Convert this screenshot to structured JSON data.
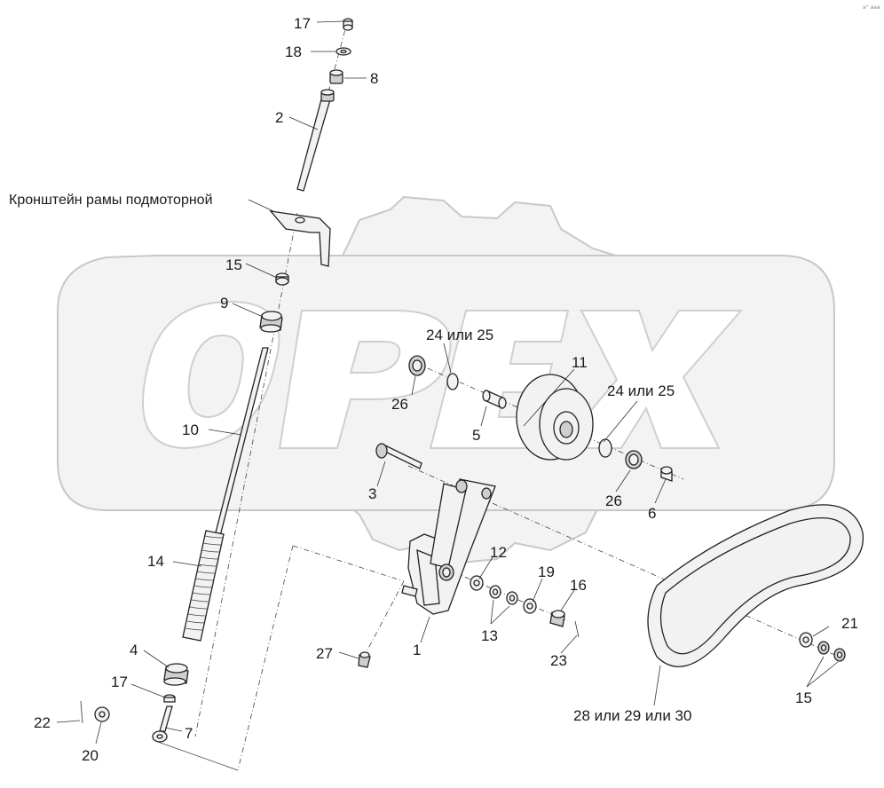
{
  "corner_mark": "a° aaa",
  "watermark": {
    "text": "OPEX",
    "color": "#f3f3f3"
  },
  "callouts": {
    "c17a": "17",
    "c18": "18",
    "c8": "8",
    "c2": "2",
    "bracket": "Кронштейн рамы подмоторной",
    "c15a": "15",
    "c9": "9",
    "c24a": "24 или 25",
    "c11": "11",
    "c26a": "26",
    "c5": "5",
    "c24b": "24 или 25",
    "c10": "10",
    "c3": "3",
    "c26b": "26",
    "c6": "6",
    "c12": "12",
    "c19": "19",
    "c16": "16",
    "c14": "14",
    "c13": "13",
    "c21": "21",
    "c23": "23",
    "c27": "27",
    "c1": "1",
    "c4": "4",
    "c15b": "15",
    "c17b": "17",
    "c22": "22",
    "c7": "7",
    "c20": "20",
    "c28": "28 или 29 или 30"
  }
}
